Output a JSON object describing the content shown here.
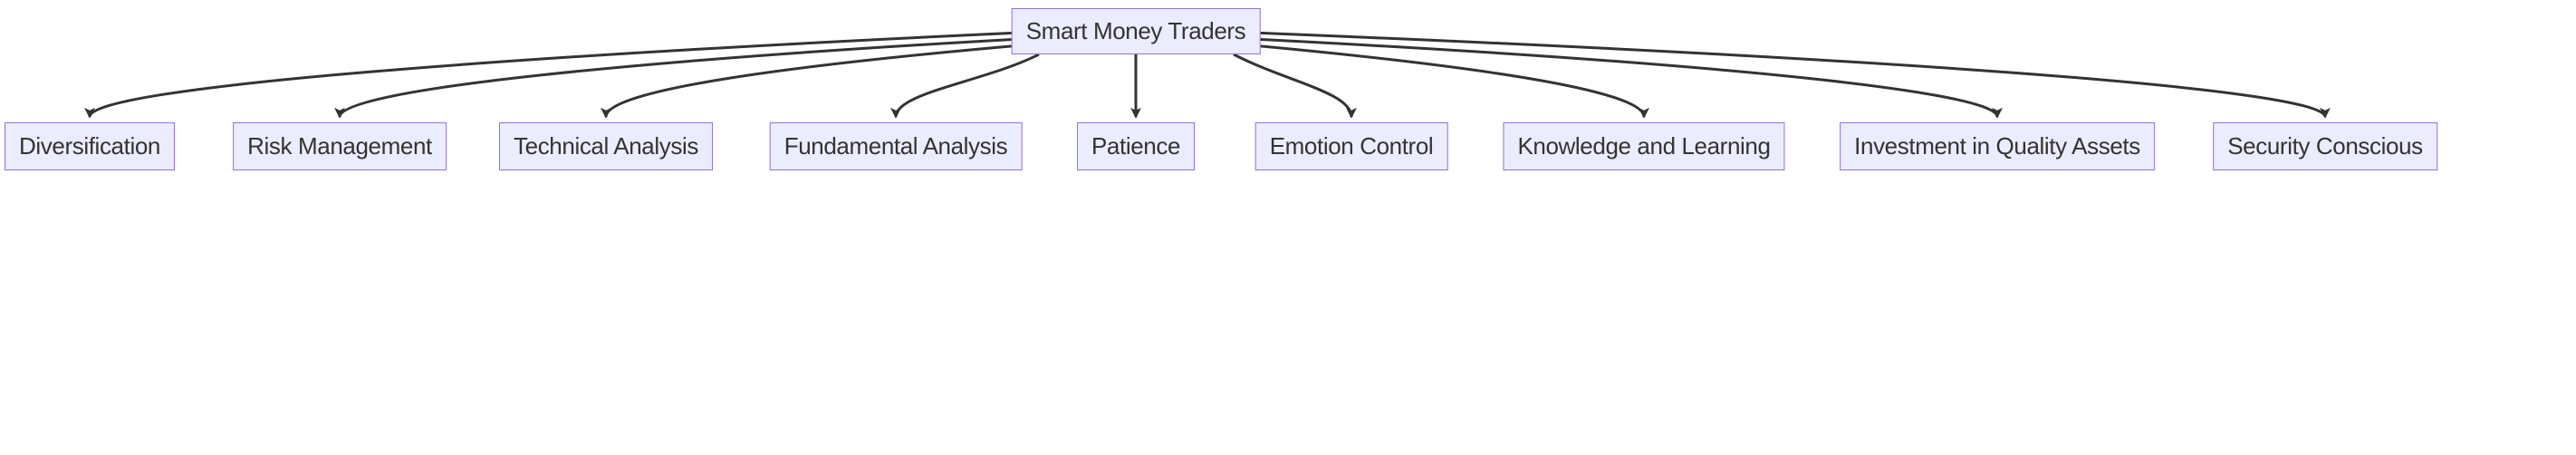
{
  "diagram": {
    "type": "flowchart-top-down",
    "colors": {
      "background": "#ffffff",
      "node-fill": "#ECECFF",
      "node-border": "#9370DB",
      "edge-color": "#333333",
      "text-color": "#333333"
    },
    "root": {
      "label": "Smart Money Traders"
    },
    "children": [
      {
        "label": "Diversification"
      },
      {
        "label": "Risk Management"
      },
      {
        "label": "Technical Analysis"
      },
      {
        "label": "Fundamental Analysis"
      },
      {
        "label": "Patience"
      },
      {
        "label": "Emotion Control"
      },
      {
        "label": "Knowledge and Learning"
      },
      {
        "label": "Investment in Quality Assets"
      },
      {
        "label": "Security Conscious"
      }
    ]
  }
}
